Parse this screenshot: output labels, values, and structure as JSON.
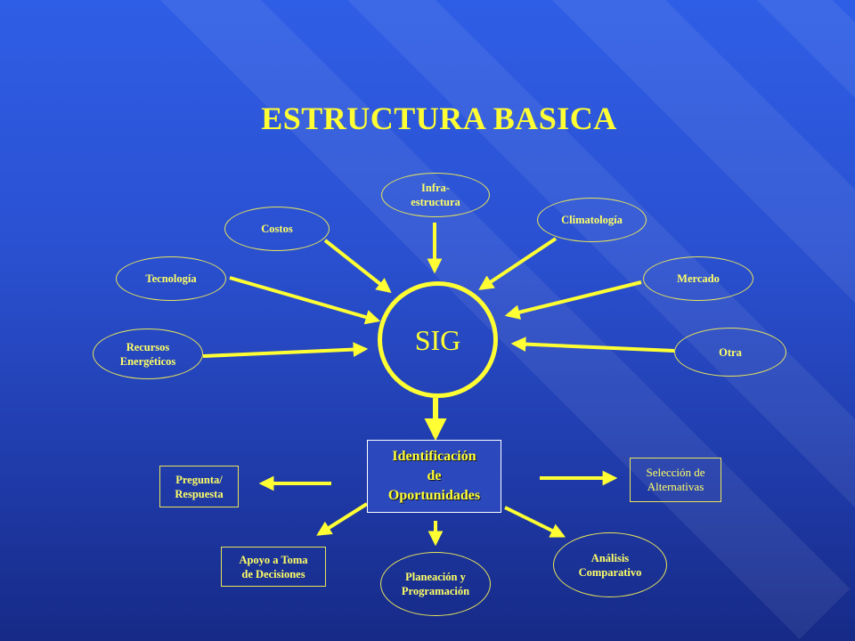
{
  "slide": {
    "title": "ESTRUCTURA BASICA",
    "accent_color": "#ffff33",
    "background_color": "#2a50d0"
  },
  "center": {
    "label": "SIG"
  },
  "inputs": {
    "infraestructura": "Infra-\nestructura",
    "costos": "Costos",
    "climatologia": "Climatología",
    "tecnologia": "Tecnología",
    "mercado": "Mercado",
    "recursos": "Recursos\nEnergéticos",
    "otra": "Otra"
  },
  "hub": {
    "label": "Identificación\nde\nOportunidades"
  },
  "outputs": {
    "pregunta": "Pregunta/\nRespuesta",
    "seleccion": "Selección de\nAlternativas",
    "apoyo": "Apoyo a Toma\nde Decisiones",
    "planeacion": "Planeación y\nProgramación",
    "analisis": "Análisis\nComparativo"
  }
}
